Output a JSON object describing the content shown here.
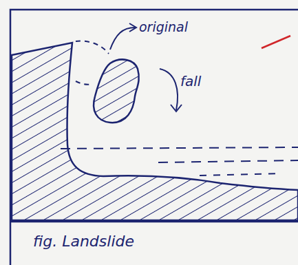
{
  "diagram": {
    "caption": "fig. Landslide",
    "labels": [
      "original",
      "fall"
    ]
  }
}
